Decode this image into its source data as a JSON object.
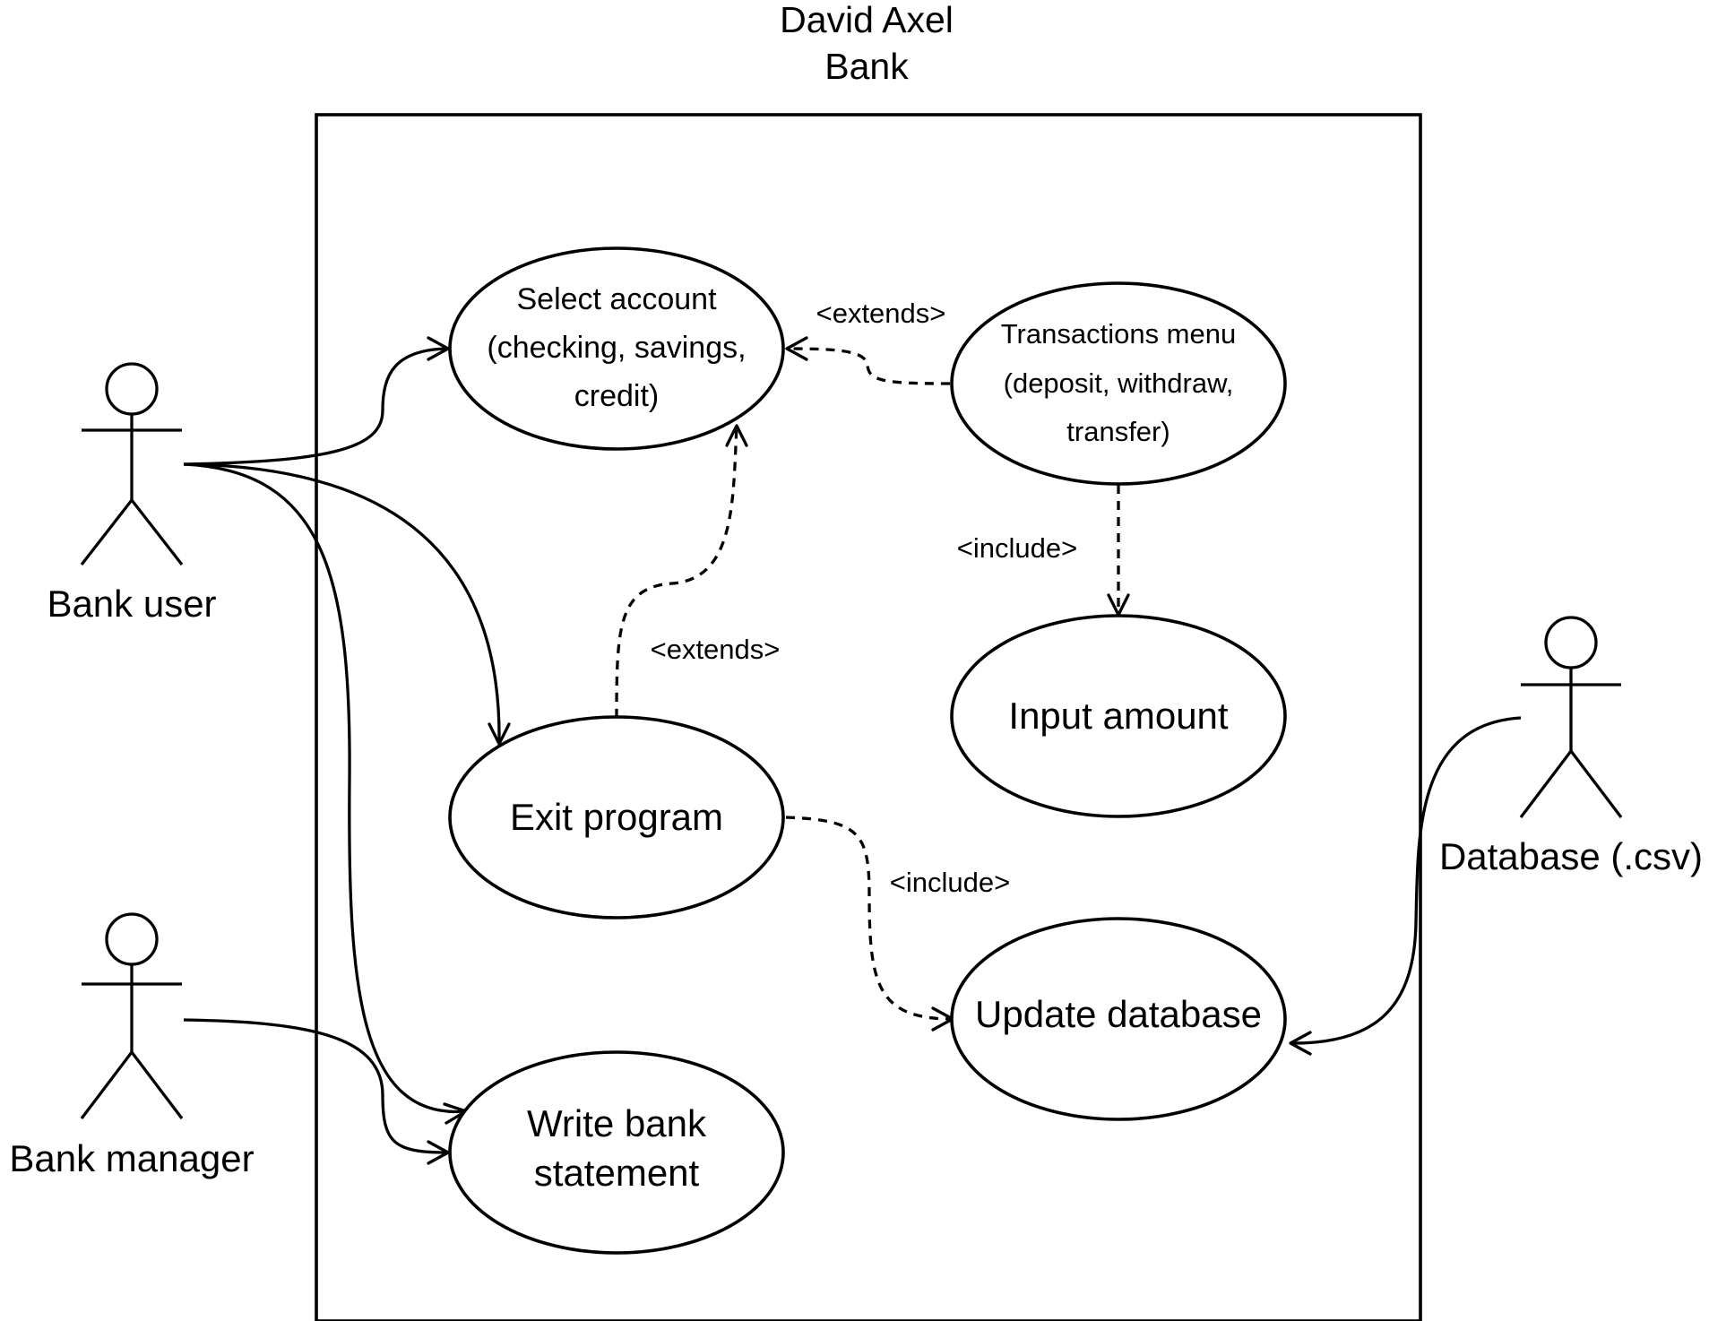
{
  "system": {
    "title_line1": "David Axel",
    "title_line2": "Bank"
  },
  "actors": {
    "bank_user": "Bank user",
    "bank_manager": "Bank manager",
    "database": "Database (.csv)"
  },
  "use_cases": {
    "select_account": [
      "Select account",
      "(checking, savings,",
      "credit)"
    ],
    "transactions_menu": [
      "Transactions menu",
      "(deposit, withdraw,",
      "transfer)"
    ],
    "input_amount": [
      "Input amount"
    ],
    "exit_program": [
      "Exit program"
    ],
    "update_database": [
      "Update database"
    ],
    "write_statement": [
      "Write bank",
      "statement"
    ]
  },
  "relations": {
    "extends_transactions": "<extends>",
    "include_transactions": "<include>",
    "extends_exit": "<extends>",
    "include_exit": "<include>"
  }
}
